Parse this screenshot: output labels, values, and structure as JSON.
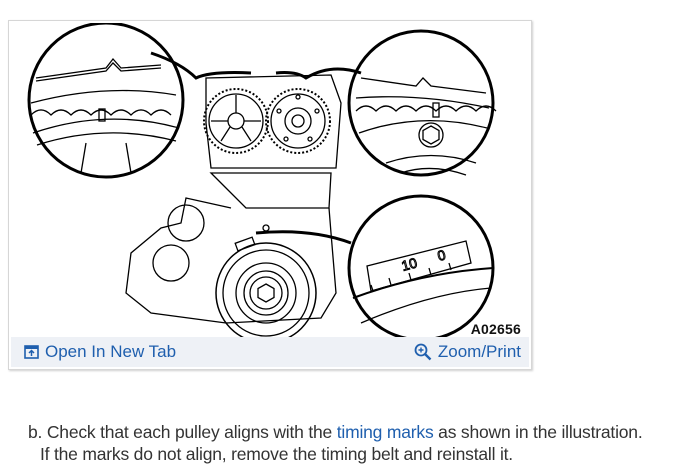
{
  "figure": {
    "caption_id": "A02656",
    "open_tab_label": "Open In New Tab",
    "zoom_print_label": "Zoom/Print",
    "icons": {
      "open_tab": "open-in-new-tab-icon",
      "zoom": "magnifier-plus-icon"
    },
    "inset_scale_labels": [
      "10",
      "0"
    ],
    "colors": {
      "link": "#1f5fae",
      "bar_background": "#eef1f6",
      "border": "#d6d6d6"
    }
  },
  "step": {
    "prefix": "b. Check that each pulley aligns with the ",
    "link_text": "timing marks",
    "suffix": " as shown in the illustration.",
    "next_line": "If the marks do not align, remove the timing belt and reinstall it."
  }
}
